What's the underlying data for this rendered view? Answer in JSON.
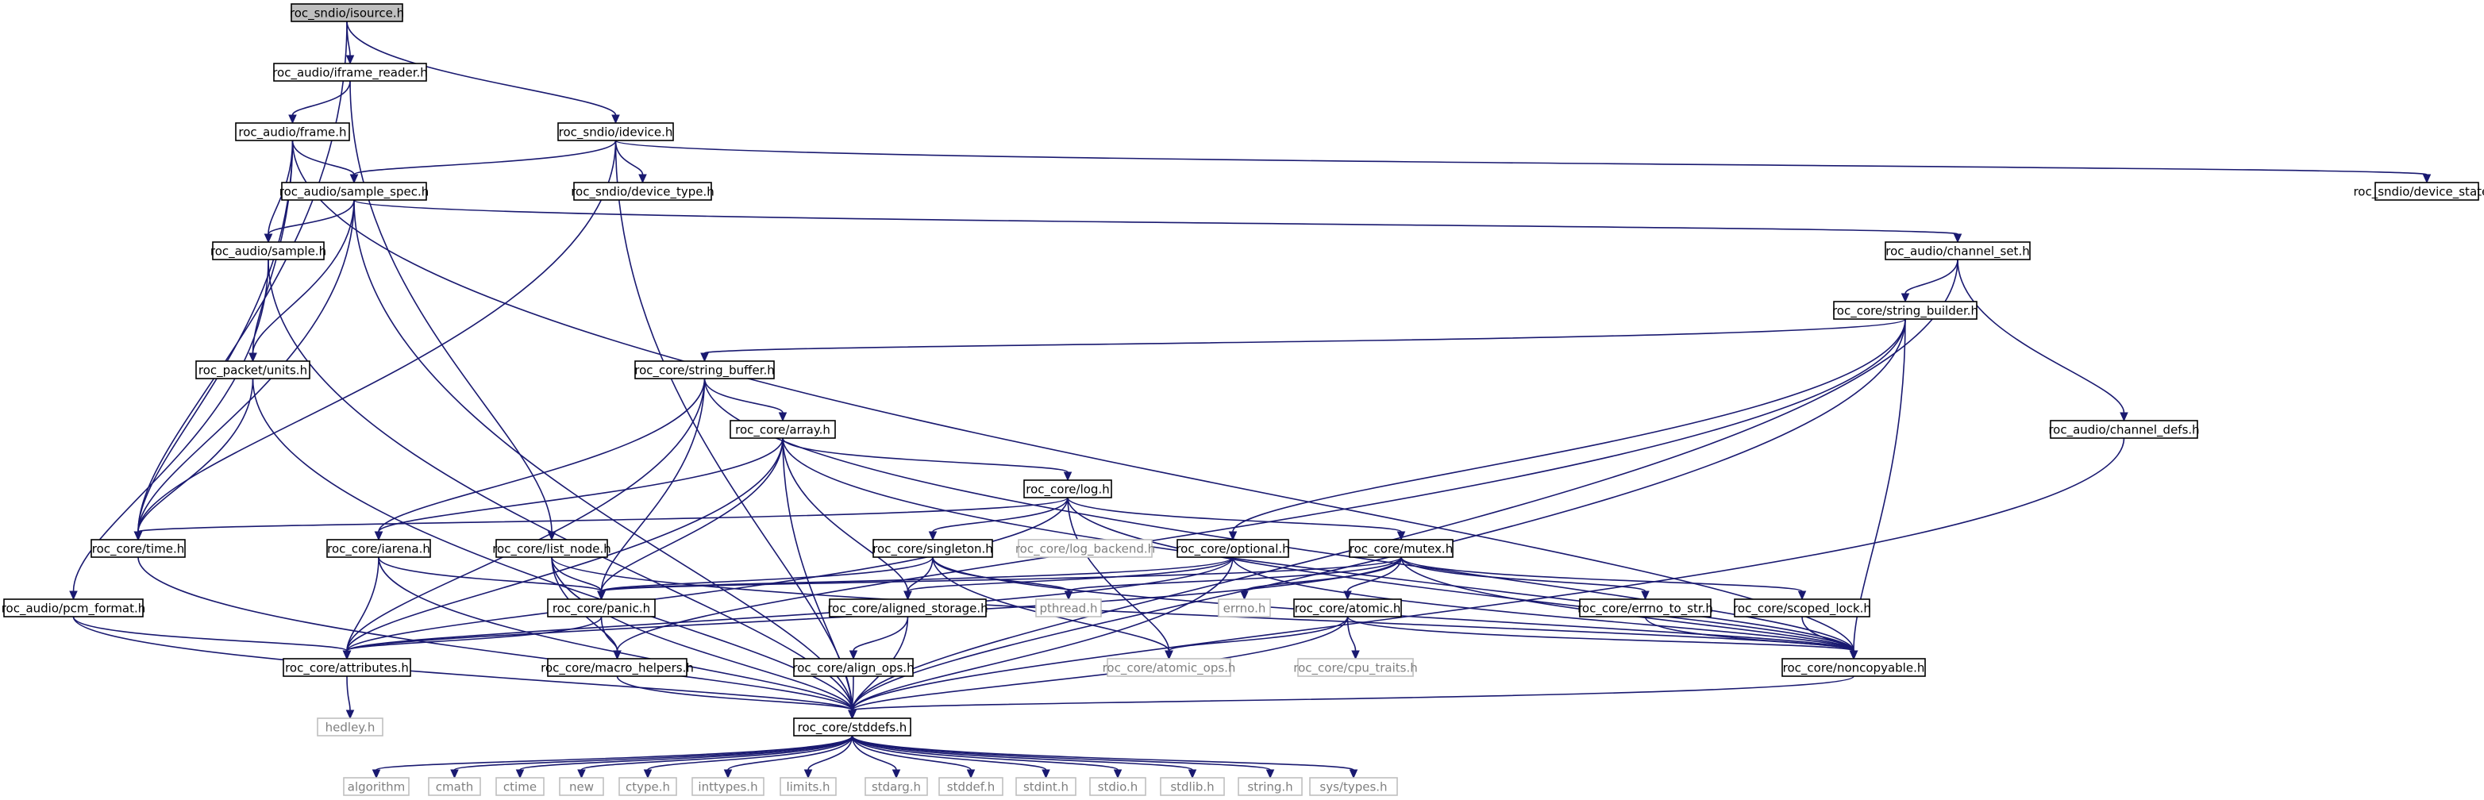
{
  "colors": {
    "edge": "#191970",
    "root_fill": "#bfbfbf",
    "external_border": "#bfbfbf",
    "external_text": "#7f7f7f"
  },
  "nodes": [
    {
      "id": "isource",
      "label": "roc_sndio/isource.h",
      "kind": "root"
    },
    {
      "id": "iframe_reader",
      "label": "roc_audio/iframe_reader.h",
      "kind": "normal"
    },
    {
      "id": "idevice",
      "label": "roc_sndio/idevice.h",
      "kind": "normal"
    },
    {
      "id": "frame",
      "label": "roc_audio/frame.h",
      "kind": "normal"
    },
    {
      "id": "sample_spec",
      "label": "roc_audio/sample_spec.h",
      "kind": "normal"
    },
    {
      "id": "device_type",
      "label": "roc_sndio/device_type.h",
      "kind": "normal"
    },
    {
      "id": "device_state",
      "label": "roc_sndio/device_state.h",
      "kind": "normal"
    },
    {
      "id": "sample",
      "label": "roc_audio/sample.h",
      "kind": "normal"
    },
    {
      "id": "channel_set",
      "label": "roc_audio/channel_set.h",
      "kind": "normal"
    },
    {
      "id": "string_builder",
      "label": "roc_core/string_builder.h",
      "kind": "normal"
    },
    {
      "id": "units",
      "label": "roc_packet/units.h",
      "kind": "normal"
    },
    {
      "id": "string_buffer",
      "label": "roc_core/string_buffer.h",
      "kind": "normal"
    },
    {
      "id": "array",
      "label": "roc_core/array.h",
      "kind": "normal"
    },
    {
      "id": "channel_defs",
      "label": "roc_audio/channel_defs.h",
      "kind": "normal"
    },
    {
      "id": "log",
      "label": "roc_core/log.h",
      "kind": "normal"
    },
    {
      "id": "time",
      "label": "roc_core/time.h",
      "kind": "normal"
    },
    {
      "id": "iarena",
      "label": "roc_core/iarena.h",
      "kind": "normal"
    },
    {
      "id": "list_node",
      "label": "roc_core/list_node.h",
      "kind": "normal"
    },
    {
      "id": "singleton",
      "label": "roc_core/singleton.h",
      "kind": "normal"
    },
    {
      "id": "log_backend",
      "label": "roc_core/log_backend.h",
      "kind": "external"
    },
    {
      "id": "optional",
      "label": "roc_core/optional.h",
      "kind": "normal"
    },
    {
      "id": "mutex",
      "label": "roc_core/mutex.h",
      "kind": "normal"
    },
    {
      "id": "pcm_format",
      "label": "roc_audio/pcm_format.h",
      "kind": "normal"
    },
    {
      "id": "panic",
      "label": "roc_core/panic.h",
      "kind": "normal"
    },
    {
      "id": "aligned_storage",
      "label": "roc_core/aligned_storage.h",
      "kind": "normal"
    },
    {
      "id": "pthread",
      "label": "pthread.h",
      "kind": "external"
    },
    {
      "id": "errno",
      "label": "errno.h",
      "kind": "external"
    },
    {
      "id": "atomic",
      "label": "roc_core/atomic.h",
      "kind": "normal"
    },
    {
      "id": "errno_to_str",
      "label": "roc_core/errno_to_str.h",
      "kind": "normal"
    },
    {
      "id": "scoped_lock",
      "label": "roc_core/scoped_lock.h",
      "kind": "normal"
    },
    {
      "id": "attributes",
      "label": "roc_core/attributes.h",
      "kind": "normal"
    },
    {
      "id": "macro_helpers",
      "label": "roc_core/macro_helpers.h",
      "kind": "normal"
    },
    {
      "id": "align_ops",
      "label": "roc_core/align_ops.h",
      "kind": "normal"
    },
    {
      "id": "atomic_ops",
      "label": "roc_core/atomic_ops.h",
      "kind": "external"
    },
    {
      "id": "cpu_traits",
      "label": "roc_core/cpu_traits.h",
      "kind": "external"
    },
    {
      "id": "noncopyable",
      "label": "roc_core/noncopyable.h",
      "kind": "normal"
    },
    {
      "id": "hedley",
      "label": "hedley.h",
      "kind": "external"
    },
    {
      "id": "stddefs",
      "label": "roc_core/stddefs.h",
      "kind": "normal"
    },
    {
      "id": "algorithm",
      "label": "algorithm",
      "kind": "external"
    },
    {
      "id": "cmath",
      "label": "cmath",
      "kind": "external"
    },
    {
      "id": "ctime",
      "label": "ctime",
      "kind": "external"
    },
    {
      "id": "new",
      "label": "new",
      "kind": "external"
    },
    {
      "id": "ctype",
      "label": "ctype.h",
      "kind": "external"
    },
    {
      "id": "inttypes",
      "label": "inttypes.h",
      "kind": "external"
    },
    {
      "id": "limits",
      "label": "limits.h",
      "kind": "external"
    },
    {
      "id": "stdarg",
      "label": "stdarg.h",
      "kind": "external"
    },
    {
      "id": "stddef",
      "label": "stddef.h",
      "kind": "external"
    },
    {
      "id": "stdint",
      "label": "stdint.h",
      "kind": "external"
    },
    {
      "id": "stdio",
      "label": "stdio.h",
      "kind": "external"
    },
    {
      "id": "stdlib",
      "label": "stdlib.h",
      "kind": "external"
    },
    {
      "id": "string",
      "label": "string.h",
      "kind": "external"
    },
    {
      "id": "sys_types",
      "label": "sys/types.h",
      "kind": "external"
    }
  ],
  "edges": [
    [
      "isource",
      "iframe_reader"
    ],
    [
      "isource",
      "idevice"
    ],
    [
      "isource",
      "time"
    ],
    [
      "iframe_reader",
      "frame"
    ],
    [
      "iframe_reader",
      "list_node"
    ],
    [
      "idevice",
      "sample_spec"
    ],
    [
      "idevice",
      "device_type"
    ],
    [
      "idevice",
      "device_state"
    ],
    [
      "idevice",
      "time"
    ],
    [
      "idevice",
      "stddefs"
    ],
    [
      "frame",
      "sample_spec"
    ],
    [
      "frame",
      "sample"
    ],
    [
      "frame",
      "units"
    ],
    [
      "frame",
      "time"
    ],
    [
      "frame",
      "noncopyable"
    ],
    [
      "sample_spec",
      "sample"
    ],
    [
      "sample_spec",
      "channel_set"
    ],
    [
      "sample_spec",
      "units"
    ],
    [
      "sample_spec",
      "time"
    ],
    [
      "sample_spec",
      "stddefs"
    ],
    [
      "sample",
      "pcm_format"
    ],
    [
      "sample",
      "stddefs"
    ],
    [
      "channel_set",
      "string_builder"
    ],
    [
      "channel_set",
      "channel_defs"
    ],
    [
      "channel_set",
      "stddefs"
    ],
    [
      "string_builder",
      "string_buffer"
    ],
    [
      "string_builder",
      "macro_helpers"
    ],
    [
      "string_builder",
      "noncopyable"
    ],
    [
      "string_builder",
      "stddefs"
    ],
    [
      "string_builder",
      "optional"
    ],
    [
      "units",
      "time"
    ],
    [
      "units",
      "stddefs"
    ],
    [
      "string_buffer",
      "array"
    ],
    [
      "string_buffer",
      "attributes"
    ],
    [
      "string_buffer",
      "panic"
    ],
    [
      "string_buffer",
      "noncopyable"
    ],
    [
      "string_buffer",
      "iarena"
    ],
    [
      "array",
      "log"
    ],
    [
      "array",
      "iarena"
    ],
    [
      "array",
      "panic"
    ],
    [
      "array",
      "aligned_storage"
    ],
    [
      "array",
      "attributes"
    ],
    [
      "array",
      "stddefs"
    ],
    [
      "array",
      "noncopyable"
    ],
    [
      "channel_defs",
      "stddefs"
    ],
    [
      "log",
      "time"
    ],
    [
      "log",
      "singleton"
    ],
    [
      "log_backend",
      "log_backend"
    ],
    [
      "log",
      "mutex"
    ],
    [
      "log",
      "attributes"
    ],
    [
      "log",
      "noncopyable"
    ],
    [
      "log",
      "atomic_ops"
    ],
    [
      "time",
      "stddefs"
    ],
    [
      "iarena",
      "panic"
    ],
    [
      "iarena",
      "attributes"
    ],
    [
      "iarena",
      "stddefs"
    ],
    [
      "list_node",
      "panic"
    ],
    [
      "list_node",
      "macro_helpers"
    ],
    [
      "list_node",
      "stddefs"
    ],
    [
      "list_node",
      "noncopyable"
    ],
    [
      "singleton",
      "panic"
    ],
    [
      "singleton",
      "aligned_storage"
    ],
    [
      "singleton",
      "atomic_ops"
    ],
    [
      "singleton",
      "noncopyable"
    ],
    [
      "singleton",
      "pthread"
    ],
    [
      "optional",
      "panic"
    ],
    [
      "optional",
      "attributes"
    ],
    [
      "optional",
      "aligned_storage"
    ],
    [
      "optional",
      "noncopyable"
    ],
    [
      "optional",
      "stddefs"
    ],
    [
      "mutex",
      "panic"
    ],
    [
      "mutex",
      "attributes"
    ],
    [
      "mutex",
      "atomic"
    ],
    [
      "mutex",
      "errno"
    ],
    [
      "mutex",
      "errno_to_str"
    ],
    [
      "mutex",
      "scoped_lock"
    ],
    [
      "mutex",
      "noncopyable"
    ],
    [
      "mutex",
      "pthread"
    ],
    [
      "pcm_format",
      "attributes"
    ],
    [
      "pcm_format",
      "stddefs"
    ],
    [
      "panic",
      "attributes"
    ],
    [
      "panic",
      "macro_helpers"
    ],
    [
      "aligned_storage",
      "align_ops"
    ],
    [
      "aligned_storage",
      "stddefs"
    ],
    [
      "atomic",
      "atomic_ops"
    ],
    [
      "atomic",
      "cpu_traits"
    ],
    [
      "atomic",
      "noncopyable"
    ],
    [
      "atomic",
      "stddefs"
    ],
    [
      "errno_to_str",
      "noncopyable"
    ],
    [
      "scoped_lock",
      "noncopyable"
    ],
    [
      "attributes",
      "hedley"
    ],
    [
      "macro_helpers",
      "stddefs"
    ],
    [
      "align_ops",
      "stddefs"
    ],
    [
      "noncopyable",
      "stddefs"
    ],
    [
      "stddefs",
      "algorithm"
    ],
    [
      "stddefs",
      "cmath"
    ],
    [
      "stddefs",
      "ctime"
    ],
    [
      "stddefs",
      "new"
    ],
    [
      "stddefs",
      "ctype"
    ],
    [
      "stddefs",
      "inttypes"
    ],
    [
      "stddefs",
      "limits"
    ],
    [
      "stddefs",
      "stdarg"
    ],
    [
      "stddefs",
      "stddef"
    ],
    [
      "stddefs",
      "stdint"
    ],
    [
      "stddefs",
      "stdio"
    ],
    [
      "stddefs",
      "stdlib"
    ],
    [
      "stddefs",
      "string"
    ],
    [
      "stddefs",
      "sys_types"
    ]
  ]
}
